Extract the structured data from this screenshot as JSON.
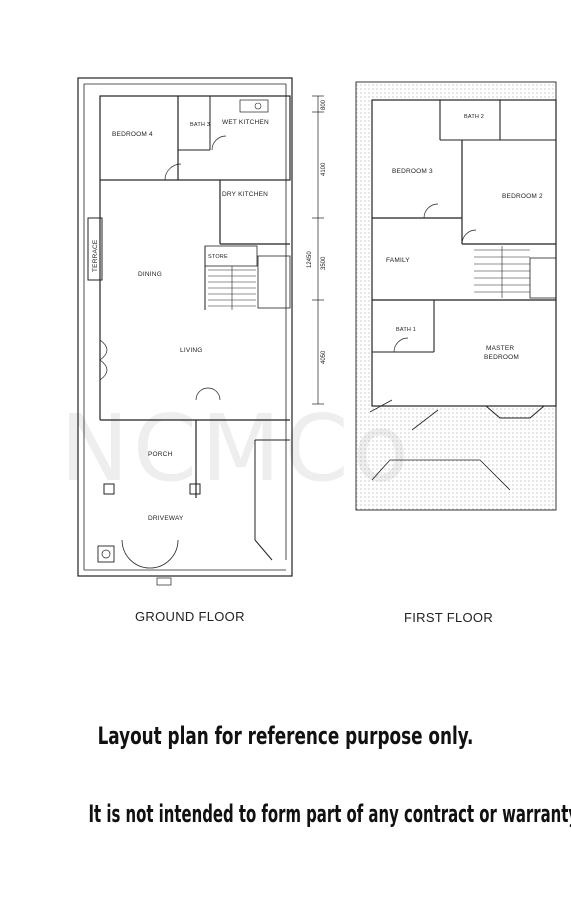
{
  "ground_floor": {
    "caption": "GROUND FLOOR",
    "rooms": {
      "bedroom4": "BEDROOM 4",
      "bath3": "BATH 3",
      "wet_kitchen": "WET KITCHEN",
      "dry_kitchen": "DRY KITCHEN",
      "terrace": "TERRACE",
      "dining": "DINING",
      "store": "STORE",
      "living": "LIVING",
      "porch": "PORCH",
      "driveway": "DRIVEWAY"
    },
    "dimensions": {
      "d1": "800",
      "d2": "4100",
      "d3": "3500",
      "total": "12450",
      "d4": "4050"
    }
  },
  "first_floor": {
    "caption": "FIRST FLOOR",
    "rooms": {
      "bath2": "BATH 2",
      "bedroom3": "BEDROOM 3",
      "bedroom2": "BEDROOM 2",
      "family": "FAMILY",
      "bath1": "BATH 1",
      "master_line1": "MASTER",
      "master_line2": "BEDROOM"
    }
  },
  "watermark": "NCMCo",
  "disclaimer": {
    "line1": "Layout plan for reference purpose only.",
    "line2": "It is not intended to form part of any contract or warranty."
  }
}
